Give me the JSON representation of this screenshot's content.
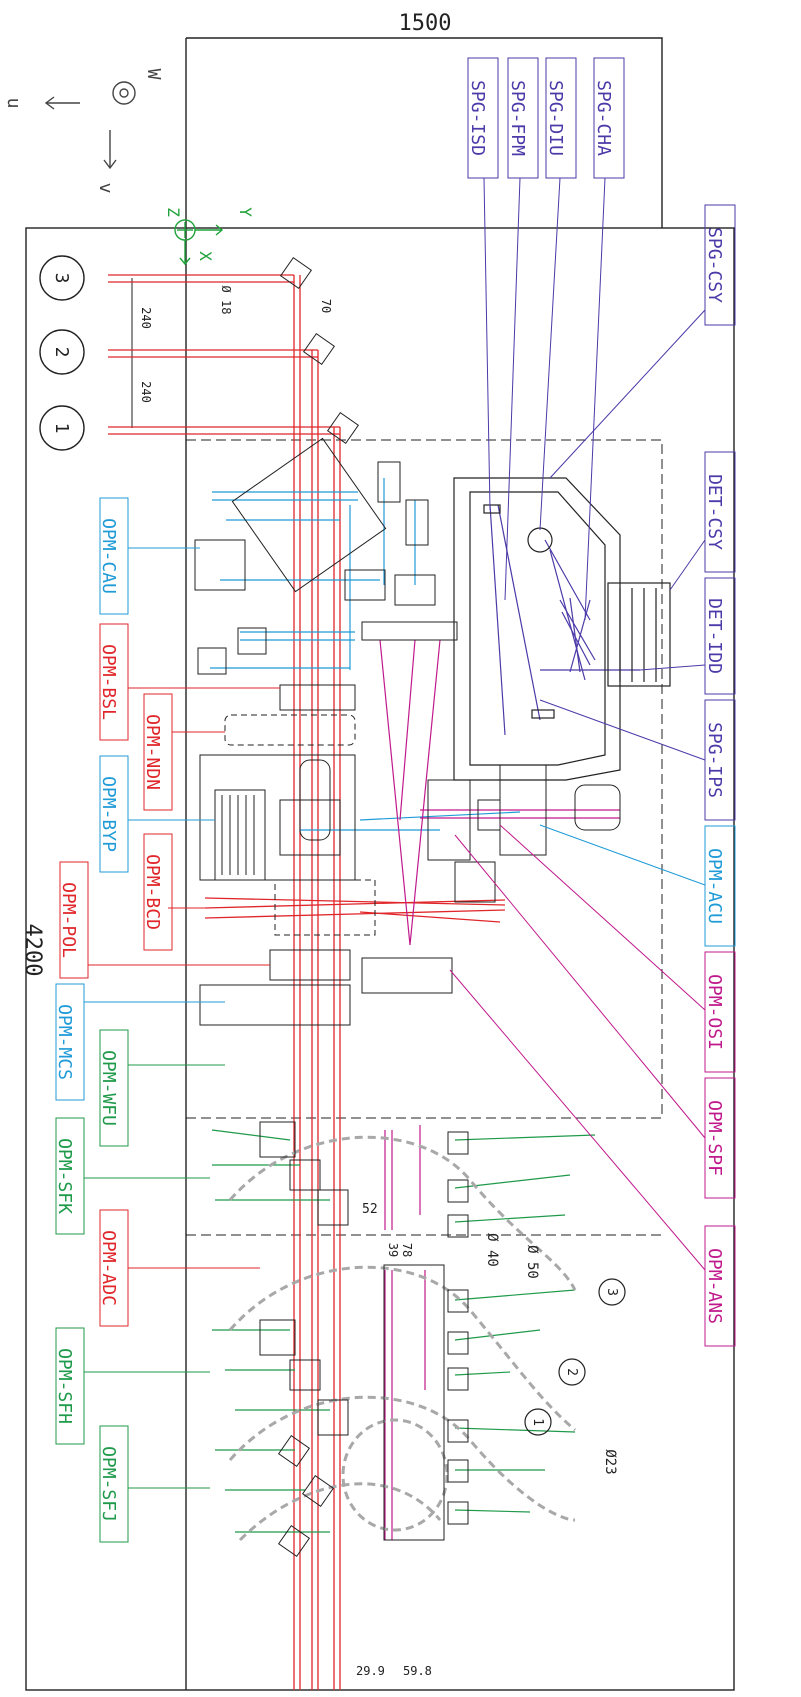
{
  "dimensions": {
    "overall_length": "4200",
    "overall_width": "1500"
  },
  "axes": {
    "global": {
      "u": "u",
      "v": "v",
      "w": "W"
    },
    "local": {
      "x": "X",
      "y": "Y",
      "z": "Z"
    }
  },
  "annotations": {
    "d18": "Ø 18",
    "d40": "Ø 40",
    "d50": "Ø 50",
    "d23": "Ø23",
    "spacing1": "240",
    "spacing2": "240",
    "d70": "70",
    "d52": "52",
    "d39": "39",
    "d78": "78",
    "d29": "29.9",
    "d59": "59.8"
  },
  "telescope_markers": [
    "3",
    "2",
    "1"
  ],
  "field_markers": [
    "3",
    "2",
    "1"
  ],
  "colors": {
    "red": "#e0262a",
    "blue": "#1f9bd7",
    "green": "#1f9a4a",
    "magenta": "#c0198c",
    "purple": "#4b3aa8",
    "grey": "#a8a8a8",
    "axis": "#1fa33a"
  },
  "labels": {
    "spg_isd": "SPG-ISD",
    "spg_fpm": "SPG-FPM",
    "spg_diu": "SPG-DIU",
    "spg_cha": "SPG-CHA",
    "spg_csy": "SPG-CSY",
    "det_csy": "DET-CSY",
    "det_idd": "DET-IDD",
    "spg_ips": "SPG-IPS",
    "opm_acu": "OPM-ACU",
    "opm_osi": "OPM-OSI",
    "opm_spf": "OPM-SPF",
    "opm_ans": "OPM-ANS",
    "opm_cau": "OPM-CAU",
    "opm_bsl": "OPM-BSL",
    "opm_ndn": "OPM-NDN",
    "opm_byp": "OPM-BYP",
    "opm_bcd": "OPM-BCD",
    "opm_pol": "OPM-POL",
    "opm_mcs": "OPM-MCS",
    "opm_wfu": "OPM-WFU",
    "opm_sfk": "OPM-SFK",
    "opm_adc": "OPM-ADC",
    "opm_sfh": "OPM-SFH",
    "opm_sfj": "OPM-SFJ"
  }
}
